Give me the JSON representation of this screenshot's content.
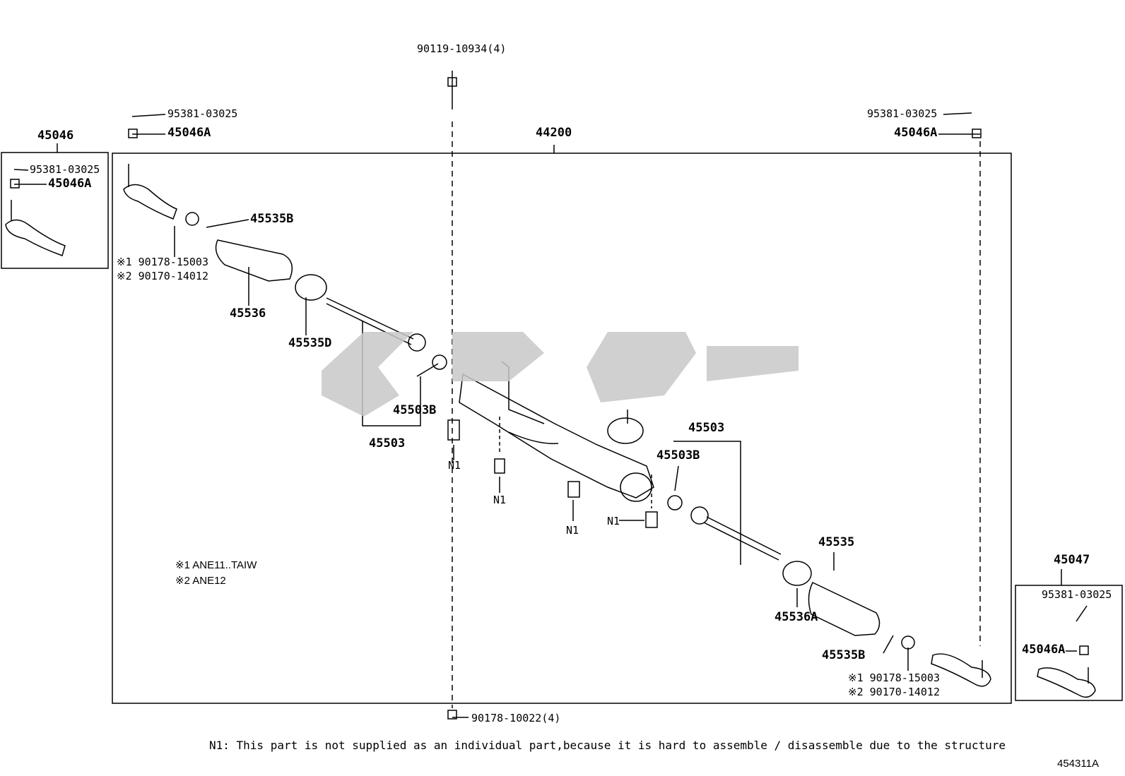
{
  "diagram": {
    "labels": {
      "bolt_top": "90119-10934(4)",
      "pin_left_top": "95381-03025",
      "nut_left_top": "45046A",
      "rack_assy": "44200",
      "pin_right_top": "95381-03025",
      "nut_right_top": "45046A",
      "tie_rod_end_left": "45046",
      "box_left_pin": "95381-03025",
      "box_left_nut": "45046A",
      "clamp_left": "45535B",
      "grommet_left_1": "※1 90178-15003",
      "grommet_left_2": "※2 90170-14012",
      "boot_left": "45536",
      "clip_left": "45535D",
      "washer_left": "45503B",
      "rod_left": "45503",
      "n1_a": "N1",
      "n1_b": "N1",
      "n1_c": "N1",
      "n1_d": "N1",
      "rod_right": "45503",
      "washer_right": "45503B",
      "boot_right": "45535",
      "clip_right": "45536A",
      "clamp_right": "45535B",
      "grommet_right_1": "※1 90178-15003",
      "grommet_right_2": "※2 90170-14012",
      "tie_rod_end_right": "45047",
      "box_right_pin": "95381-03025",
      "box_right_nut": "45046A",
      "nut_bottom": "90178-10022(4)"
    },
    "notes": [
      "※1 ANE11..TAIW",
      "※2 ANE12"
    ],
    "watermark": "logo",
    "footnote": "N1: This part is not supplied as an individual part,because it is hard to assemble / disassemble due to the structure",
    "figure_id": "454311A"
  }
}
